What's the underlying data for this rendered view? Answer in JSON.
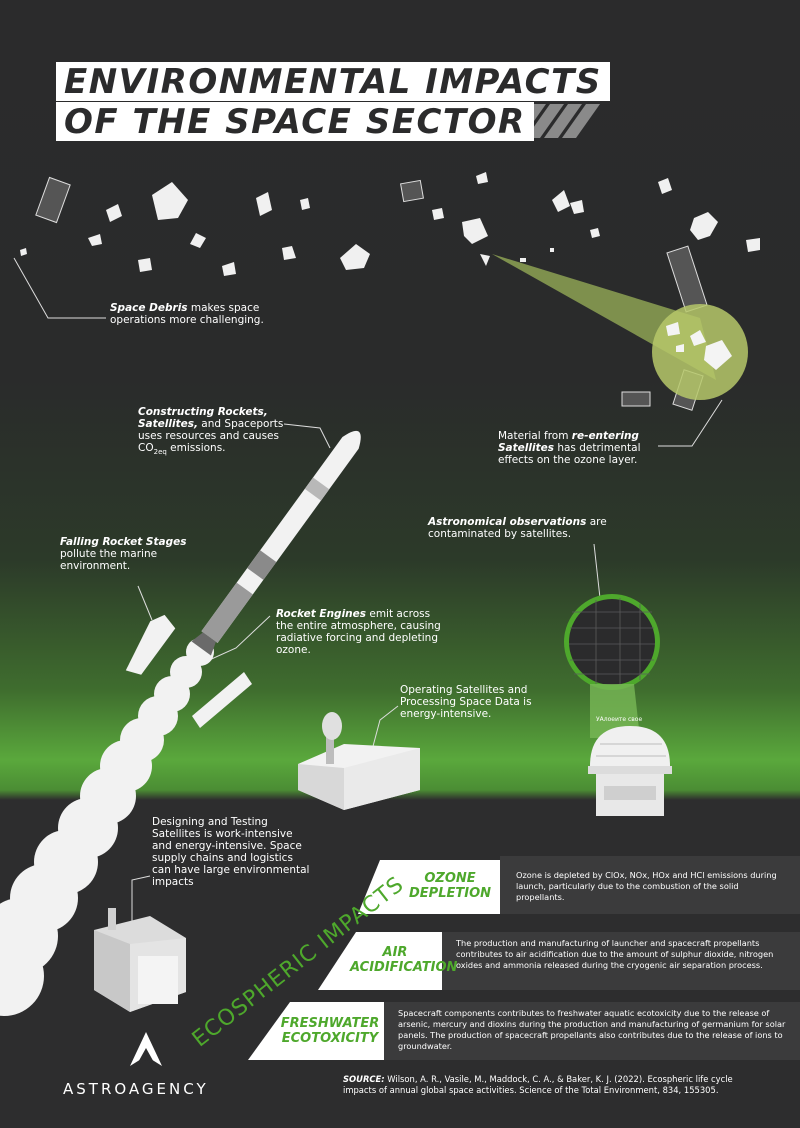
{
  "title": {
    "line1": "ENVIRONMENTAL IMPACTS",
    "line2": "OF THE SPACE SECTOR"
  },
  "callouts": {
    "space_debris": {
      "bold": "Space Debris",
      "rest": " makes space operations more challenging."
    },
    "constructing": {
      "bold": "Constructing Rockets, Satellites,",
      "rest1": " and Spaceports uses resources and causes CO",
      "sub": "2eq",
      "rest2": " emissions."
    },
    "reentering": {
      "pre": "Material from ",
      "bold": "re-entering Satellites",
      "rest": " has detrimental effects on the ozone layer."
    },
    "astronomical": {
      "bold": "Astronomical observations",
      "rest": " are contaminated by satellites."
    },
    "falling_stages": {
      "bold": "Falling Rocket Stages",
      "rest": " pollute the marine environment."
    },
    "rocket_engines": {
      "bold": "Rocket Engines",
      "rest": " emit across the entire atmosphere, causing radiative forcing and depleting ozone."
    },
    "operating": {
      "text": "Operating Satellites and Processing Space Data is energy-intensive."
    },
    "designing": {
      "text": "Designing and Testing Satellites is work-intensive and energy-intensive. Space supply chains and logistics can have large environmental impacts"
    }
  },
  "observatory_caption": "УАлоеите свое",
  "ecospheric_label": "ECOSPHERIC IMPACTS",
  "impacts": [
    {
      "label1": "OZONE",
      "label2": "DEPLETION",
      "text": "Ozone is depleted by ClOx, NOx, HOx and HCl emissions during launch, particularly due to the combustion of the solid propellants."
    },
    {
      "label1": "AIR",
      "label2": "ACIDIFICATION",
      "text": "The production and manufacturing of launcher and spacecraft propellants contributes to air acidification due to the amount of sulphur dioxide, nitrogen oxides and ammonia released during the cryogenic air separation process."
    },
    {
      "label1": "FRESHWATER",
      "label2": "ECOTOXICITY",
      "text": "Spacecraft components contributes to freshwater aquatic ecotoxicity due to the release of arsenic, mercury and dioxins during the production and manufacturing of germanium for solar panels. The production of spacecraft propellants also contributes due to the release of ions to groundwater."
    }
  ],
  "logo": {
    "name": "ASTROAGENCY"
  },
  "source": {
    "label": "SOURCE:",
    "text": " Wilson, A. R., Vasile, M., Maddock, C. A., & Baker, K. J. (2022). Ecospheric life cycle impacts of annual global space activities. Science of the Total Environment, 834, 155305."
  },
  "colors": {
    "accent_green": "#4ea82c",
    "background": "#2b2b2c",
    "panel": "#3b3b3c"
  }
}
